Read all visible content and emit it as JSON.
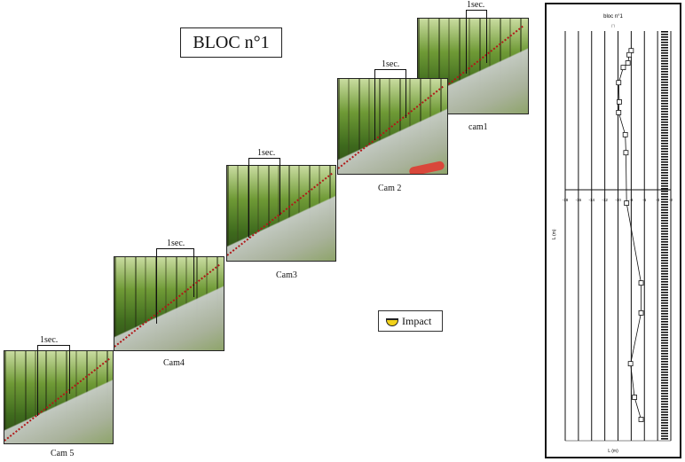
{
  "title": "BLOC n°1",
  "legend": {
    "label": "Impact",
    "icon": "impact-icon",
    "icon_color": "#f2d21a"
  },
  "cameras": [
    {
      "label": "cam1",
      "interval_label": "1sec."
    },
    {
      "label": "Cam 2",
      "interval_label": "1sec."
    },
    {
      "label": "Cam3",
      "interval_label": "1sec."
    },
    {
      "label": "Cam4",
      "interval_label": "1sec."
    },
    {
      "label": "Cam 5",
      "interval_label": "1sec."
    }
  ],
  "chart_data": {
    "type": "line",
    "title": "bloc n°1",
    "subtitle": "(°)",
    "xlabel": "",
    "ylabel": "L (m)",
    "bottom_label": "L (m)",
    "x_ticks": [
      -18,
      -16,
      -14,
      -12,
      -10,
      -8,
      -6,
      -4,
      -2
    ],
    "xlim": [
      -18,
      -2
    ],
    "ylim": [
      0,
      100
    ],
    "grid": true,
    "series": [
      {
        "name": "profile",
        "x": [
          -8.0,
          -8.3,
          -8.5,
          -9.2,
          -9.9,
          -9.8,
          -9.9,
          -8.9,
          -8.8,
          -8.7,
          -6.5,
          -6.5,
          -8.1,
          -7.5,
          -6.5
        ],
        "y": [
          4.8,
          5.8,
          7.8,
          8.9,
          12.6,
          17.3,
          19.9,
          25.3,
          29.7,
          42.0,
          61.5,
          68.8,
          81.2,
          89.4,
          94.8
        ]
      }
    ]
  }
}
